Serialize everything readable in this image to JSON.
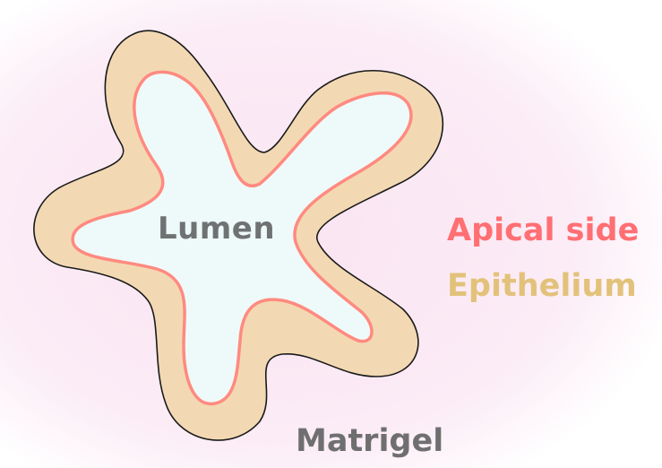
{
  "labels": {
    "lumen": "Lumen",
    "apical_side": "Apical side",
    "epithelium": "Epithelium",
    "matrigel": "Matrigel"
  },
  "colors": {
    "matrigel_glow": "#f9e4f1",
    "epithelium_fill": "#f2d9b3",
    "outline": "#1a1a1a",
    "apical_stroke": "#ff8a80",
    "lumen_fill": "#eefaf9",
    "lumen_text": "#6f7272",
    "apical_text": "#ff6f73",
    "epithelium_text": "#e2c27a",
    "matrigel_text": "#6f6f6f"
  }
}
